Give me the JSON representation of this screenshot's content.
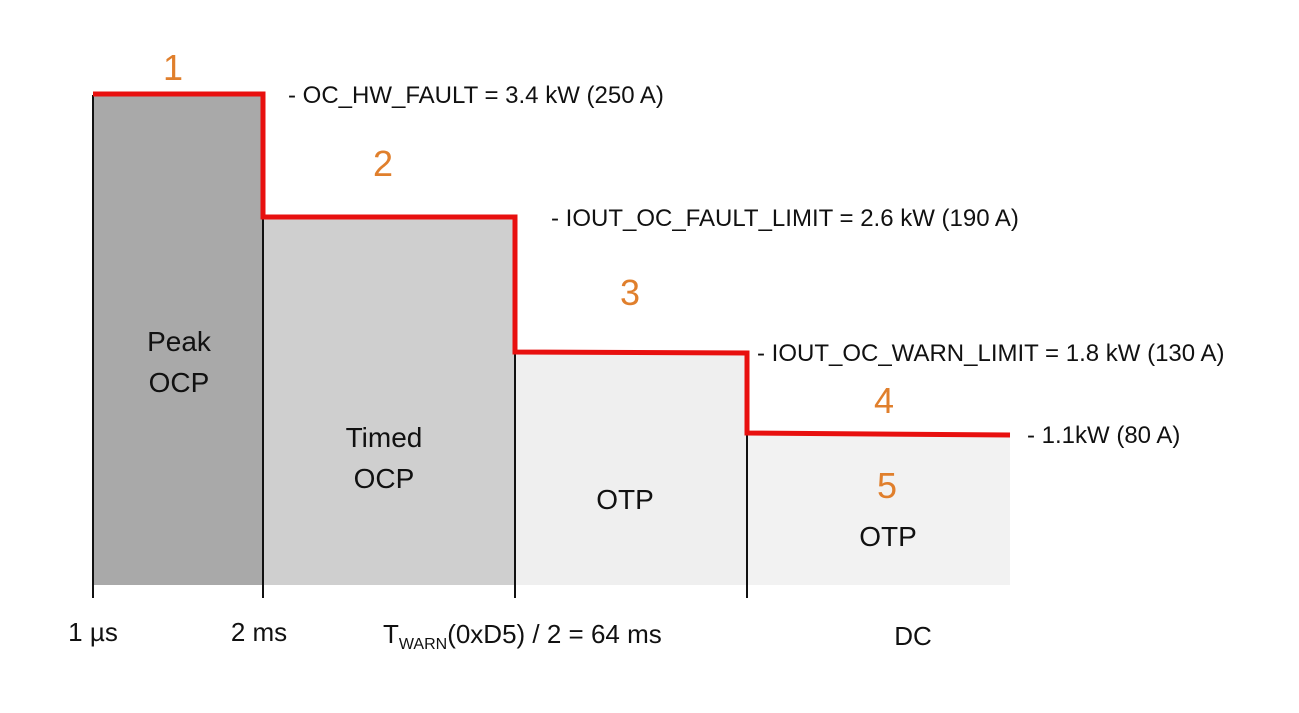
{
  "diagram": {
    "regions": [
      {
        "line1": "Peak",
        "line2": "OCP",
        "color": "#a9a9a9"
      },
      {
        "line1": "Timed",
        "line2": "OCP",
        "color": "#cfcfcf"
      },
      {
        "line1": "",
        "line2": "OTP",
        "color": "#efefef"
      },
      {
        "line1": "",
        "line2": "OTP",
        "color": "#f2f2f2"
      }
    ],
    "step_numbers": [
      "1",
      "2",
      "3",
      "4",
      "5"
    ],
    "thresholds": [
      "- OC_HW_FAULT = 3.4 kW (250 A)",
      "- IOUT_OC_FAULT_LIMIT = 2.6 kW (190 A)",
      "- IOUT_OC_WARN_LIMIT = 1.8 kW (130 A)",
      "- 1.1kW (80 A)"
    ],
    "time_labels": {
      "t1": "1 µs",
      "t2": "2 ms",
      "t3_main": "T",
      "t3_sub": "WARN",
      "t3_rest": "(0xD5) / 2 = 64 ms",
      "t4": "DC"
    },
    "colors": {
      "limit_line": "#e8100f",
      "step_number": "#e07f2c",
      "divider": "#111111"
    }
  }
}
